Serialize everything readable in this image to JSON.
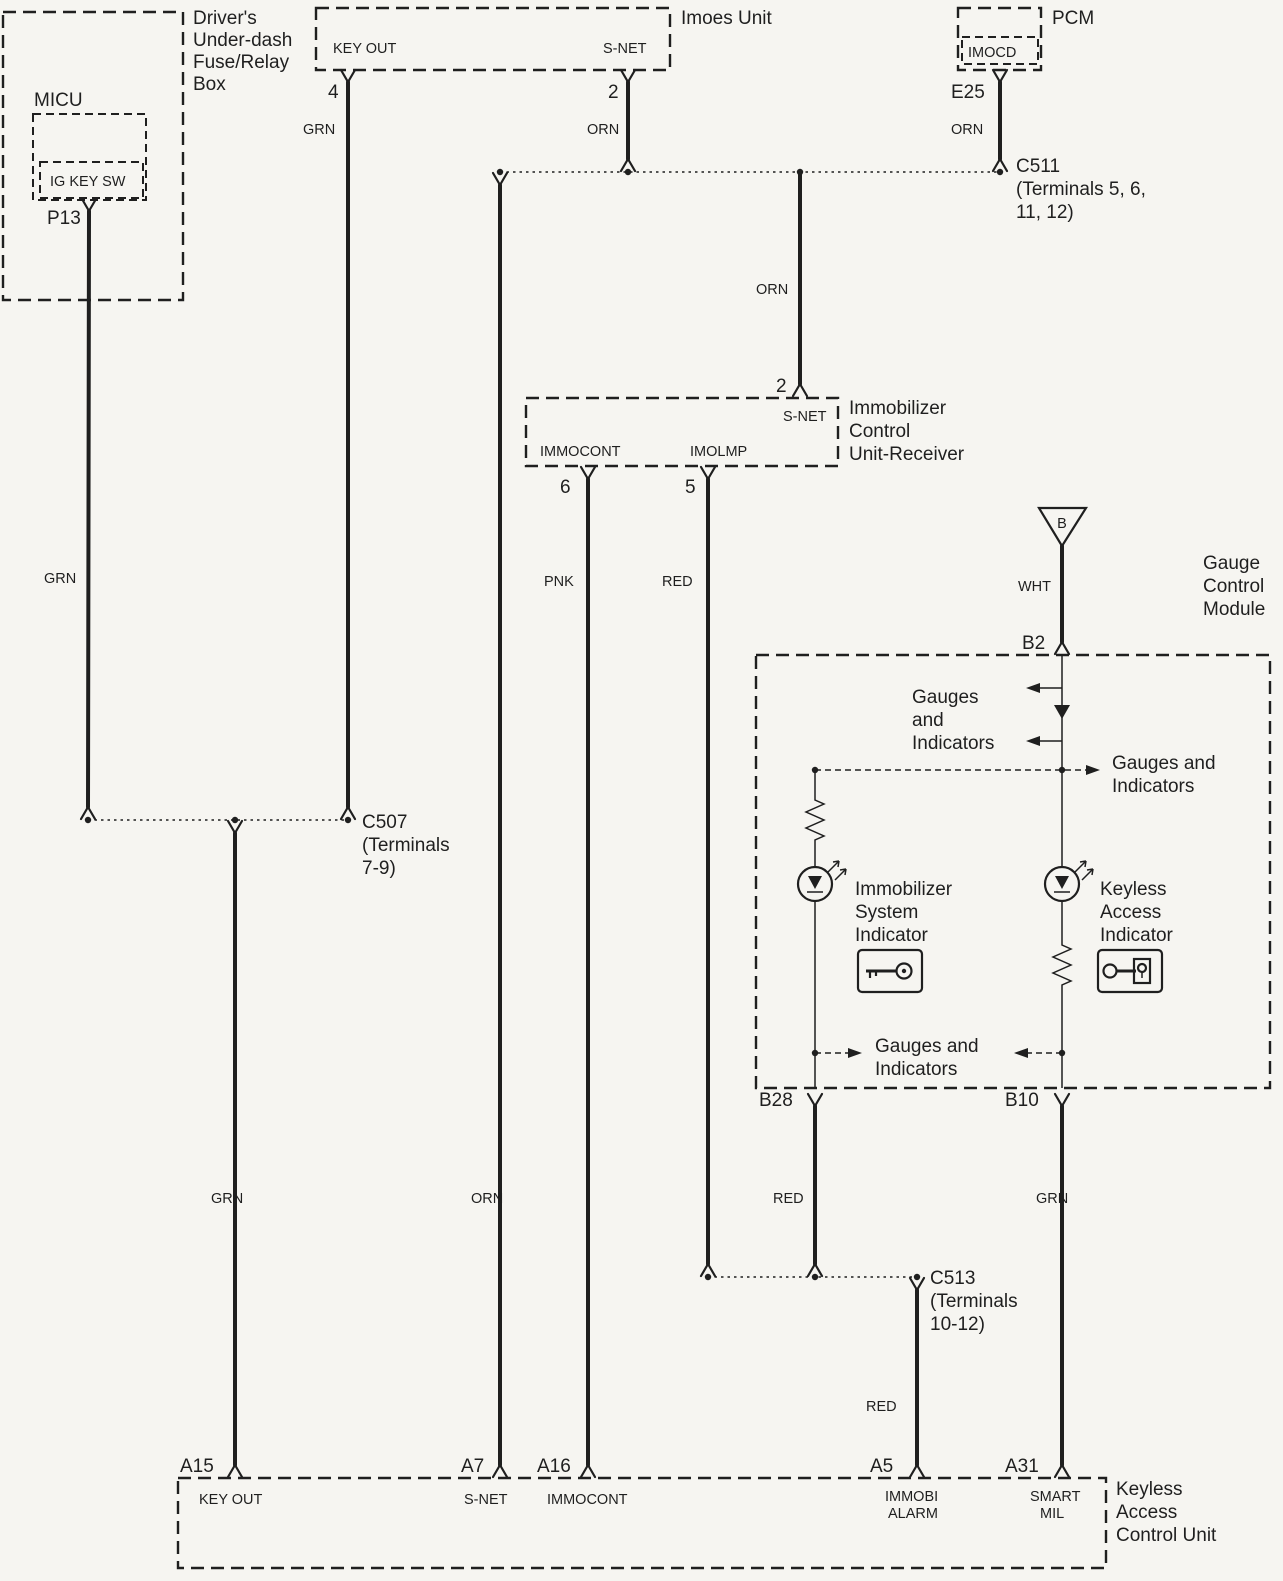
{
  "colors": {
    "ink": "#1f1f1f",
    "paper": "#f6f5f1"
  },
  "fuse_box": {
    "label": [
      "Driver's",
      "Under-dash",
      "Fuse/Relay",
      "Box"
    ],
    "micu_label": "MICU",
    "ig_key_sw": "IG KEY SW",
    "pin_p13": "P13"
  },
  "imoes_unit": {
    "label": "Imoes Unit",
    "key_out": "KEY OUT",
    "s_net": "S-NET",
    "pin_key_out": "4",
    "pin_s_net": "2"
  },
  "pcm": {
    "label": "PCM",
    "imocd": "IMOCD",
    "pin_e25": "E25"
  },
  "receiver": {
    "label": [
      "Immobilizer",
      "Control",
      "Unit-Receiver"
    ],
    "s_net": "S-NET",
    "immocont": "IMMOCONT",
    "imolmp": "IMOLMP",
    "pin_s_net": "2",
    "pin_immocont": "6",
    "pin_imolmp": "5"
  },
  "gauge_module": {
    "label": [
      "Gauge",
      "Control",
      "Module"
    ],
    "b_connector": "B",
    "pin_b2": "B2",
    "pin_b28": "B28",
    "pin_b10": "B10",
    "gauges_top": [
      "Gauges",
      "and",
      "Indicators"
    ],
    "gauges_right": [
      "Gauges and",
      "Indicators"
    ],
    "gauges_bottom": [
      "Gauges and",
      "Indicators"
    ],
    "immobilizer_indicator": [
      "Immobilizer",
      "System",
      "Indicator"
    ],
    "keyless_indicator": [
      "Keyless",
      "Access",
      "Indicator"
    ]
  },
  "kacu": {
    "label": [
      "Keyless",
      "Access",
      "Control Unit"
    ],
    "pin_a15": "A15",
    "pin_a7": "A7",
    "pin_a16": "A16",
    "pin_a5": "A5",
    "pin_a31": "A31",
    "key_out": "KEY OUT",
    "s_net": "S-NET",
    "immocont": "IMMOCONT",
    "immobi_alarm": [
      "IMMOBI",
      "ALARM"
    ],
    "smart_mil": [
      "SMART",
      "MIL"
    ]
  },
  "connectors": {
    "c511": [
      "C511",
      "(Terminals 5, 6,",
      "11, 12)"
    ],
    "c507": [
      "C507",
      "(Terminals",
      "7-9)"
    ],
    "c513": [
      "C513",
      "(Terminals",
      "10-12)"
    ]
  },
  "wires": {
    "grn": "GRN",
    "orn": "ORN",
    "red": "RED",
    "pnk": "PNK",
    "wht": "WHT"
  }
}
